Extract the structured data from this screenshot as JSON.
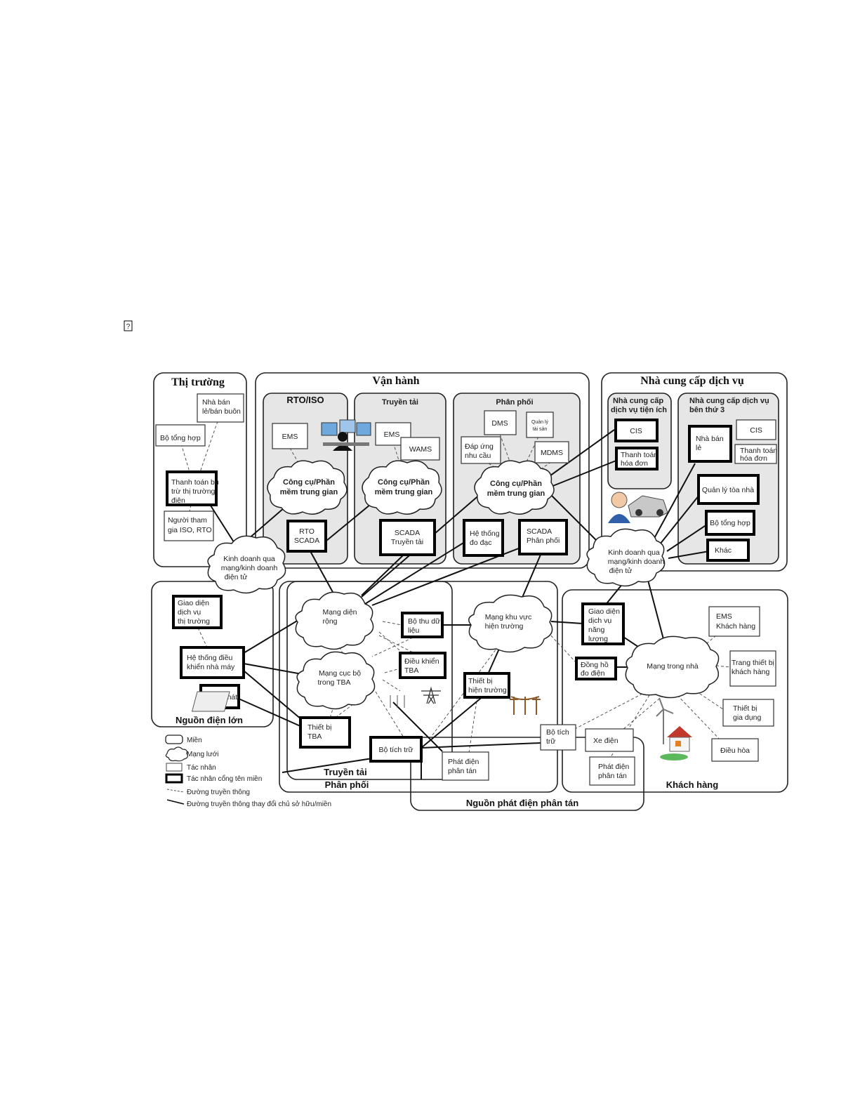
{
  "glyph": "?",
  "domains": {
    "thi_truong": "Thị trường",
    "van_hanh": "Vận hành",
    "nha_cung_cap": "Nhà cung cấp dịch vụ",
    "rto_iso": "RTO/ISO",
    "truyen_tai_sub": "Truyền tải",
    "phan_phoi_sub": "Phân phối",
    "nccdv_tien_ich": [
      "Nhà cung cấp",
      "dịch vụ tiện ích"
    ],
    "nccdv_ben_thu_3": [
      "Nhà cung cấp dịch vụ",
      "bên thứ 3"
    ],
    "nguon_dien_lon": "Nguồn điện lớn",
    "truyen_tai": "Truyền tải",
    "phan_phoi": "Phân phối",
    "nguon_phan_tan": "Nguồn phát điện phân tán",
    "khach_hang": "Khách hàng"
  },
  "actors": {
    "nha_ban_le": [
      "Nhà bán",
      "lẻ/bán buôn"
    ],
    "bo_tong_hop_tt": "Bộ tổng hợp",
    "thanh_toan_bu_tru": [
      "Thanh toán bù",
      "trừ thị trường",
      "điện"
    ],
    "nguoi_tham_gia": [
      "Người tham",
      "gia ISO, RTO"
    ],
    "ems_rto": "EMS",
    "rto_scada": [
      "RTO",
      "SCADA"
    ],
    "ems_tt": "EMS",
    "wams": "WAMS",
    "scada_tt": [
      "SCADA",
      "Truyền tải"
    ],
    "dms": "DMS",
    "quan_ly_tai_san": [
      "Quản lý",
      "tài sản"
    ],
    "dap_ung": [
      "Đáp ứng",
      "nhu cầu"
    ],
    "mdms": "MDMS",
    "he_thong_do_dac": [
      "Hệ thống",
      "đo đạc"
    ],
    "scada_pp": [
      "SCADA",
      "Phân phối"
    ],
    "cis_1": "CIS",
    "thanh_toan_hd_1": [
      "Thanh toán",
      "hóa đơn"
    ],
    "nha_ban_le_3": [
      "Nhà bán",
      "lẻ"
    ],
    "cis_2": "CIS",
    "thanh_toan_hd_2": [
      "Thanh toán",
      "hóa đơn"
    ],
    "quan_ly_toa_nha": "Quản lý tòa nhà",
    "bo_tong_hop_3": "Bộ tổng hợp",
    "khac": "Khác",
    "giao_dien_tt": [
      "Giao diện",
      "dịch vụ",
      "thị trường"
    ],
    "he_thong_dieu_khien": [
      "Hệ thống điều",
      "khiển nhà máy"
    ],
    "may_phat": "Máy phát",
    "bo_thu_du_lieu": [
      "Bộ thu dữ",
      "liệu"
    ],
    "dieu_khien_tba": [
      "Điều khiển",
      "TBA"
    ],
    "thiet_bi_tba": [
      "Thiết bị",
      "TBA"
    ],
    "bo_tich_tru_1": "Bộ tích trữ",
    "thiet_bi_hien_truong": [
      "Thiết bị",
      "hiện trường"
    ],
    "phat_dien_phan_tan_1": [
      "Phát điện",
      "phân tán"
    ],
    "bo_tich_tru_2": [
      "Bộ tích",
      "trữ"
    ],
    "giao_dien_nl": [
      "Giao diện",
      "dịch vụ",
      "năng",
      "lượng"
    ],
    "dong_ho": [
      "Đồng hồ",
      "đo điện"
    ],
    "ems_kh": [
      "EMS",
      "Khách hàng"
    ],
    "trang_thiet_bi": [
      "Trang thiết bị",
      "khách hàng"
    ],
    "thiet_bi_gia_dung": [
      "Thiết bị",
      "gia dụng"
    ],
    "dieu_hoa": "Điều hòa",
    "xe_dien": "Xe điện",
    "phat_dien_phan_tan_2": [
      "Phát điện",
      "phân tán"
    ]
  },
  "clouds": {
    "cong_cu_1": [
      "Công cụ/Phần",
      "mềm trung gian"
    ],
    "cong_cu_2": [
      "Công cụ/Phần",
      "mềm trung gian"
    ],
    "cong_cu_3": [
      "Công cụ/Phần",
      "mềm trung gian"
    ],
    "kinh_doanh_1": [
      "Kinh doanh qua",
      "mạng/kinh doanh",
      "điện tử"
    ],
    "kinh_doanh_2": [
      "Kinh doanh qua",
      "mạng/kinh doanh",
      "điện tử"
    ],
    "mang_dien_rong": [
      "Mạng diện",
      "rộng"
    ],
    "mang_cuc_bo": [
      "Mạng cục bộ",
      "trong TBA"
    ],
    "mang_khu_vuc": [
      "Mạng khu vực",
      "hiện trường"
    ],
    "mang_trong_nha": "Mạng trong nhà"
  },
  "legend": {
    "mien": "Miền",
    "mang_luoi": "Mạng lưới",
    "tac_nhan": "Tác nhân",
    "tac_nhan_cong": "Tác nhân cổng tên miền",
    "duong_truyen": "Đường truyền thông",
    "duong_truyen_thay_doi": "Đường truyền thông thay đổi chủ sở hữu/miền"
  },
  "icons": [
    "operator-workstation-icon",
    "technician-with-car-icon",
    "substation-icon",
    "transmission-tower-icon",
    "power-poles-icon",
    "wind-turbine-house-icon"
  ]
}
